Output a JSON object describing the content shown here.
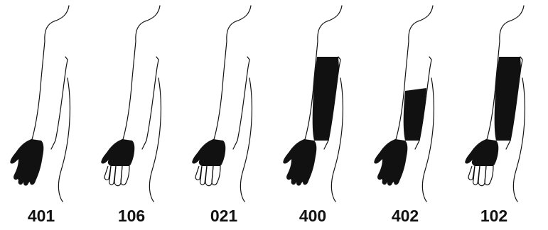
{
  "figures": [
    {
      "code": "401",
      "coverage": "hand"
    },
    {
      "code": "106",
      "coverage": "hand-open-fingers"
    },
    {
      "code": "021",
      "coverage": "gauntlet"
    },
    {
      "code": "400",
      "coverage": "full-arm-with-hand"
    },
    {
      "code": "402",
      "coverage": "forearm-with-hand"
    },
    {
      "code": "102",
      "coverage": "full-arm-open-fingers"
    }
  ],
  "colors": {
    "garment": "#111111",
    "outline": "#111111",
    "background": "#ffffff"
  }
}
